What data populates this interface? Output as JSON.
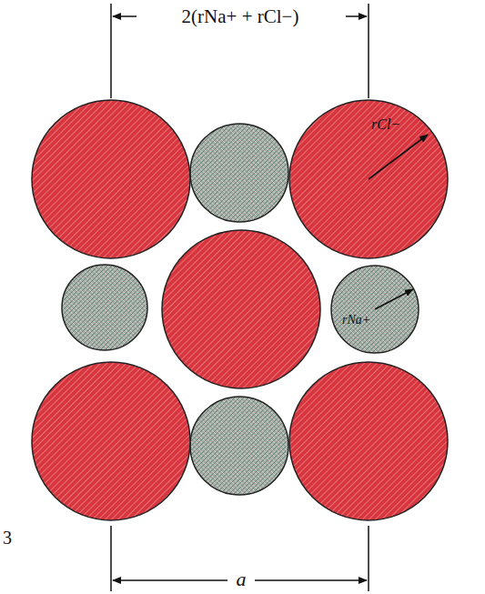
{
  "diagram": {
    "nodes": [
      {
        "text": [
          "rCl−"
        ]
      },
      {
        "text": [
          "rNa+"
        ]
      }
    ],
    "labels": [
      "2(rNa+ + rCl−)",
      "a",
      "3"
    ]
  }
}
